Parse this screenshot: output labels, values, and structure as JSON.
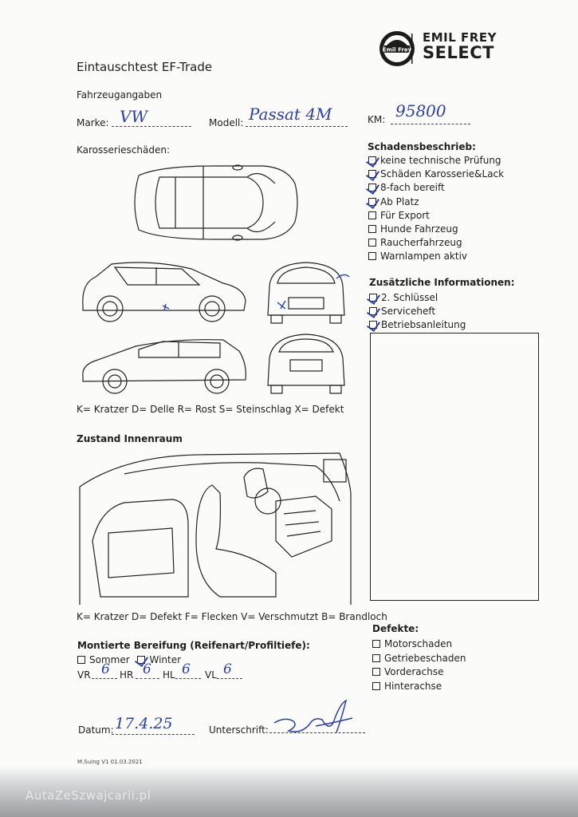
{
  "header": {
    "title": "Eintauschtest EF-Trade",
    "logo_line1": "EMIL FREY",
    "logo_line2": "SELECT",
    "logo_badge": "Emil Frey"
  },
  "vehicle": {
    "section": "Fahrzeugangaben",
    "marke_label": "Marke:",
    "marke_value": "VW",
    "modell_label": "Modell:",
    "modell_value": "Passat 4M",
    "km_label": "KM:",
    "km_value": "95800"
  },
  "body_damage": {
    "heading": "Karosserieschäden:",
    "legend": "K= Kratzer D= Delle R= Rost S= Steinschlag X= Defekt"
  },
  "damage_description": {
    "heading": "Schadensbeschrieb:",
    "items": [
      {
        "label": "keine technische Prüfung",
        "checked": true
      },
      {
        "label": "Schäden Karosserie&Lack",
        "checked": true
      },
      {
        "label": "8-fach bereift",
        "checked": true
      },
      {
        "label": "Ab Platz",
        "checked": true
      },
      {
        "label": "Für Export",
        "checked": false
      },
      {
        "label": "Hunde Fahrzeug",
        "checked": false
      },
      {
        "label": "Raucherfahrzeug",
        "checked": false
      },
      {
        "label": "Warnlampen aktiv",
        "checked": false
      }
    ]
  },
  "additional_info": {
    "heading": "Zusätzliche Informationen:",
    "items": [
      {
        "label": "2. Schlüssel",
        "checked": true
      },
      {
        "label": "Serviceheft",
        "checked": true
      },
      {
        "label": "Betriebsanleitung",
        "checked": true
      }
    ]
  },
  "interior": {
    "heading": "Zustand Innenraum",
    "legend": "K= Kratzer D= Defekt F= Flecken V= Verschmutzt B= Brandloch"
  },
  "tires": {
    "heading": "Montierte Bereifung (Reifenart/Profiltiefe):",
    "sommer_label": "Sommer",
    "sommer_checked": false,
    "winter_label": "Winter",
    "winter_checked": true,
    "vr_label": "VR",
    "vr_value": "6",
    "hr_label": "HR",
    "hr_value": "6",
    "hl_label": "HL",
    "hl_value": "6",
    "vl_label": "VL",
    "vl_value": "6"
  },
  "defects": {
    "heading": "Defekte:",
    "items": [
      {
        "label": "Motorschaden",
        "checked": false
      },
      {
        "label": "Getriebeschaden",
        "checked": false
      },
      {
        "label": "Vorderachse",
        "checked": false
      },
      {
        "label": "Hinterachse",
        "checked": false
      }
    ]
  },
  "footer": {
    "datum_label": "Datum:",
    "datum_value": "17.4.25",
    "signature_label": "Unterschrift:",
    "version": "M.Suing V1 01.03.2021",
    "watermark": "AutaZeSzwajcarii.pl"
  },
  "colors": {
    "ink": "#2c3fa6",
    "paper": "#fbfbfa",
    "text": "#1f1f1f"
  }
}
